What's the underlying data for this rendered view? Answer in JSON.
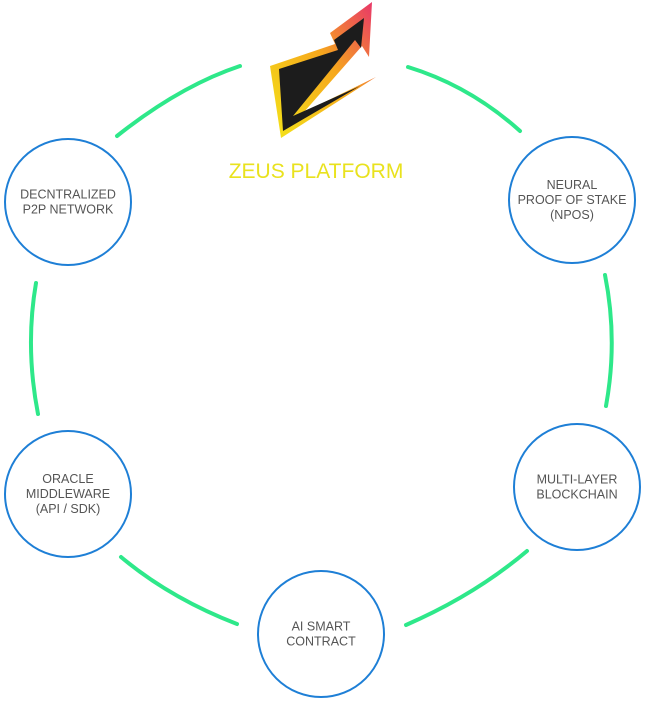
{
  "platform": {
    "title": "ZEUS PLATFORM",
    "logo": "zeus-lightning-z-logo"
  },
  "nodes": [
    {
      "id": "p2p",
      "lines": [
        "DECNTRALIZED",
        "P2P NETWORK"
      ]
    },
    {
      "id": "npos",
      "lines": [
        "NEURAL",
        "PROOF OF STAKE",
        "(NPOS)"
      ]
    },
    {
      "id": "multilayer",
      "lines": [
        "MULTI-LAYER",
        "BLOCKCHAIN"
      ]
    },
    {
      "id": "smart-contract",
      "lines": [
        "AI SMART",
        "CONTRACT"
      ]
    },
    {
      "id": "oracle",
      "lines": [
        "ORACLE",
        "MIDDLEWARE",
        "(API / SDK)"
      ]
    }
  ],
  "colors": {
    "ring": "#2ee88a",
    "circle_stroke": "#1e7fd6",
    "node_text": "#555555",
    "title": "#e9e21e",
    "logo_fill": "#1c1c1c",
    "logo_gradient_top": "#e8326c",
    "logo_gradient_mid": "#f6a81c",
    "logo_gradient_bottom": "#f3e51a"
  }
}
